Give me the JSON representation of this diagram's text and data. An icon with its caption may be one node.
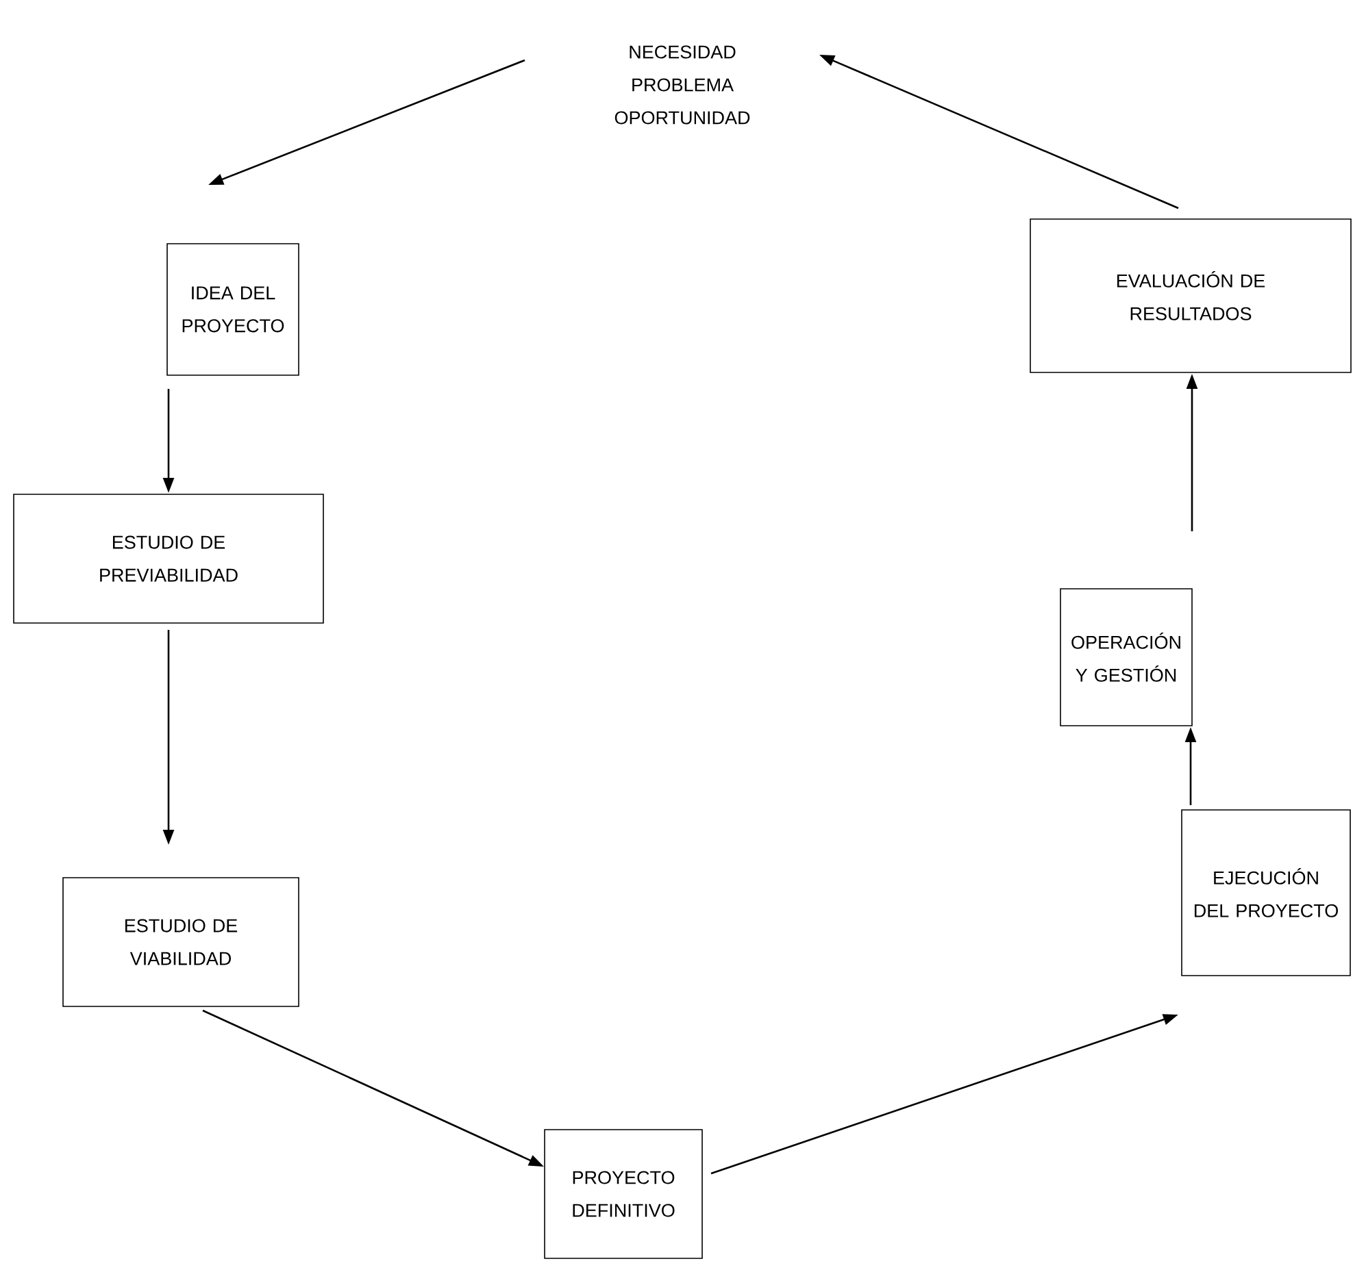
{
  "diagram": {
    "nodes": [
      {
        "text": [
          "NECESIDAD PROBLEMA OPORTUNIDAD"
        ]
      },
      {
        "text": [
          "IDEA DEL PROYECTO"
        ]
      },
      {
        "text": [
          "ESTUDIO DE PREVIABILIDAD"
        ]
      },
      {
        "text": [
          "ESTUDIO DE VIABILIDAD"
        ]
      },
      {
        "text": [
          "PROYECTO DEFINITIVO"
        ]
      },
      {
        "text": [
          "EJECUCIÓN DEL PROYECTO"
        ]
      },
      {
        "text": [
          "OPERACIÓN Y GESTIÓN"
        ]
      },
      {
        "text": [
          "EVALUACIÓN DE RESULTADOS"
        ]
      }
    ],
    "edges": [
      {
        "from": 0,
        "to": 1,
        "arrow": "to"
      },
      {
        "from": 1,
        "to": 2,
        "arrow": "to"
      },
      {
        "from": 2,
        "to": 3,
        "arrow": "to"
      },
      {
        "from": 3,
        "to": 4,
        "arrow": "to"
      },
      {
        "from": 4,
        "to": 5,
        "arrow": "to"
      },
      {
        "from": 5,
        "to": 6,
        "arrow": "to"
      },
      {
        "from": 6,
        "to": 7,
        "arrow": "to"
      },
      {
        "from": 7,
        "to": 0,
        "arrow": "to"
      }
    ]
  }
}
